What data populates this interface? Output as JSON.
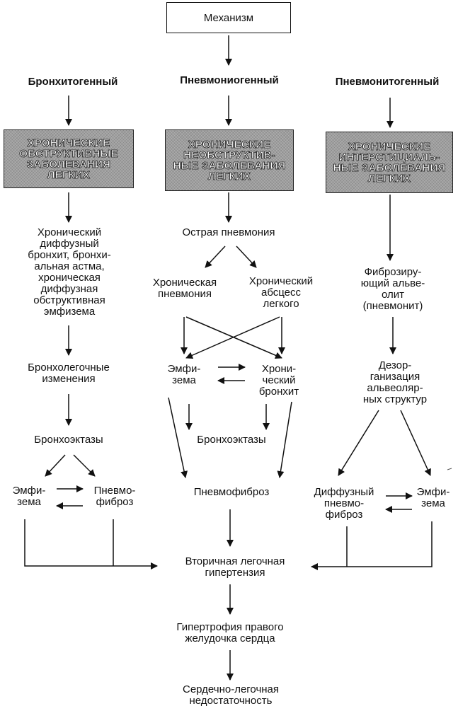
{
  "top_box": "Механизм",
  "headings": {
    "bronchitogenic": "Бронхитогенный",
    "pneumoniogenic": "Пневмониогенный",
    "pneumonitogenic": "Пневмонитогенный"
  },
  "boxes": {
    "left": "ХРОНИЧЕСКИЕ\nОБСТРУКТИВНЫЕ\nЗАБОЛЕВАНИЯ\nЛЕГКИХ",
    "mid": "ХРОНИЧЕСКИЕ\nНЕОБСТРУКТИВ-\nНЫЕ ЗАБОЛЕВАНИЯ\nЛЕГКИХ",
    "right": "ХРОНИЧЕСКИЕ\nИНТЕРСТИЦИАЛЬ-\nНЫЕ ЗАБОЛЕВАНИЯ\nЛЕГКИХ"
  },
  "left_column": {
    "diseases": "Хронический\nдиффузный\nбронхит, бронхи-\nальная астма,\nхроническая\nдиффузная\nобструктивная\nэмфизема",
    "changes": "Бронхолегочные\nизменения",
    "bronchiectasis": "Бронхоэктазы",
    "emphysema": "Эмфи-\nзема",
    "pneumofibrosis": "Пневмо-\nфиброз"
  },
  "mid_column": {
    "acute_pneumonia": "Острая пневмония",
    "chronic_pneumonia": "Хроническая\nпневмония",
    "abscess": "Хронический\nабсцесс\nлегкого",
    "emphysema": "Эмфи-\nзема",
    "chronic_bronchitis": "Хрони-\nческий\nбронхит",
    "bronchiectasis": "Бронхоэктазы",
    "pneumofibrosis": "Пневмофиброз"
  },
  "right_column": {
    "alveolitis": "Фиброзиру-\nющий альве-\nолит\n(пневмонит)",
    "disorganization": "Дезор-\nганизация\nальвеоляр-\nных структур",
    "diffuse_fibrosis": "Диффузный\nпневмо-\nфиброз",
    "emphysema": "Эмфи-\nзема"
  },
  "bottom": {
    "hypertension": "Вторичная легочная\nгипертензия",
    "hypertrophy": "Гипертрофия правого\nжелудочка сердца",
    "insufficiency": "Сердечно-легочная\nнедостаточность"
  }
}
